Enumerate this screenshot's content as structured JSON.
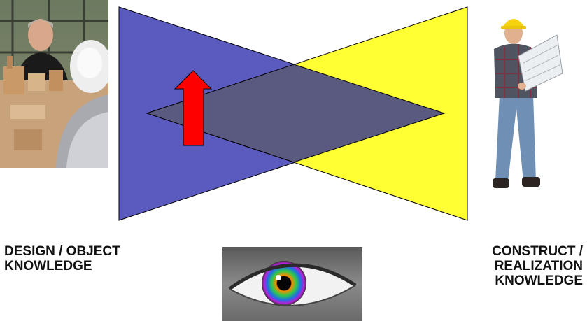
{
  "labels": {
    "design": "DESIGN / OBJECT\nKNOWLEDGE",
    "construct": "CONSTRUCT /\nREALIZATION\nKNOWLEDGE"
  },
  "colors": {
    "design_triangle": "#5b5bbf",
    "construct_triangle": "#ffff33",
    "overlap": "#5a5a80",
    "arrow": "#ff0000"
  },
  "images": {
    "left": "designer-with-architectural-model",
    "right": "construction-worker-with-blueprint",
    "bottom": "colorful-eye"
  }
}
